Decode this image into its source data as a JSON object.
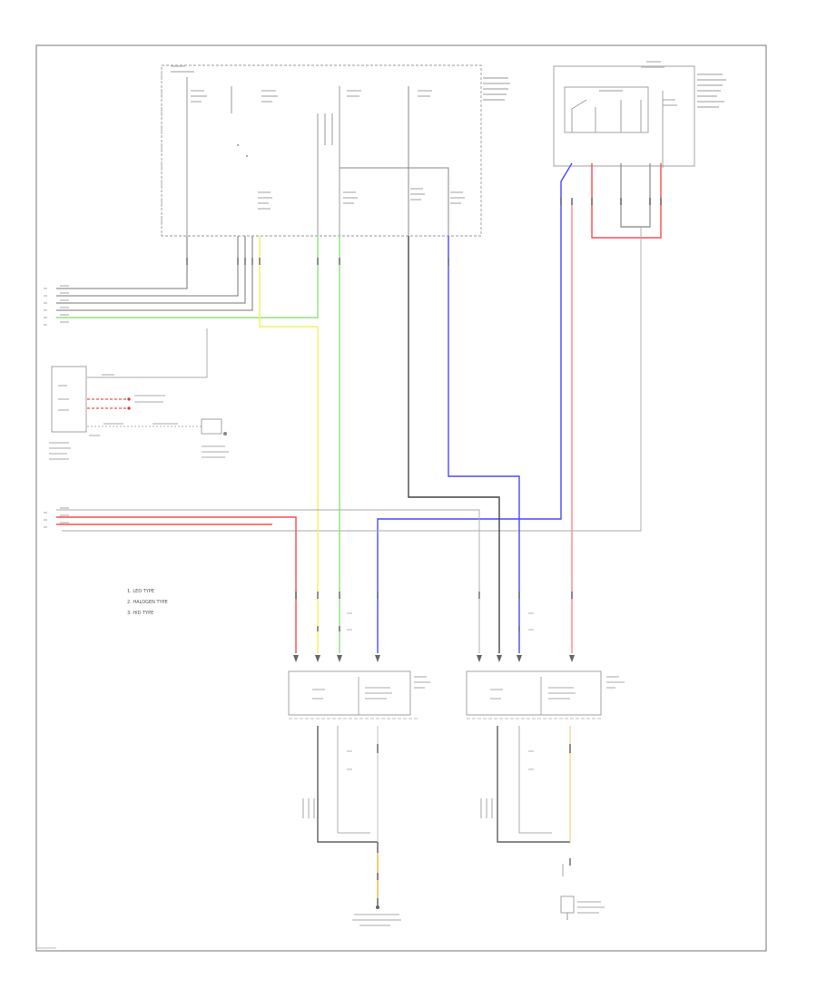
{
  "diagram": {
    "legend": [
      {
        "label": "1. LED TYPE"
      },
      {
        "label": "2. HALOGEN TYPE"
      },
      {
        "label": "3. HID TYPE"
      }
    ],
    "wire_colors": {
      "red": "#ff4d4d",
      "yellow": "#f2f25a",
      "green": "#8fe07a",
      "blue": "#4a4aff",
      "pink": "#ff8a8a",
      "black": "#444444",
      "gray": "#8a8a8a"
    }
  }
}
